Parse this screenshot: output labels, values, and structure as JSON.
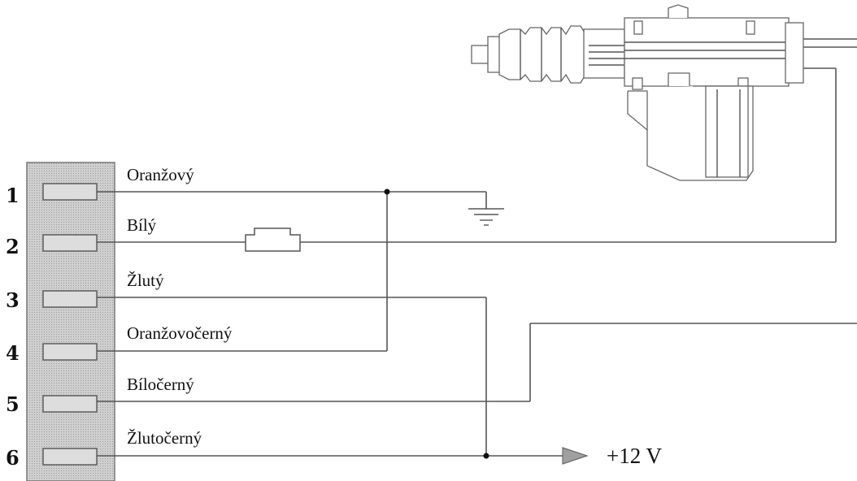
{
  "connector": {
    "pins": [
      {
        "number": "1",
        "wire": "Oranžový"
      },
      {
        "number": "2",
        "wire": "Bílý"
      },
      {
        "number": "3",
        "wire": "Žlutý"
      },
      {
        "number": "4",
        "wire": "Oranžovočerný"
      },
      {
        "number": "5",
        "wire": "Bíločerný"
      },
      {
        "number": "6",
        "wire": "Žlutočerný"
      }
    ]
  },
  "supply": {
    "label": "+12 V"
  },
  "colors": {
    "connector_fill": "#c8c8c8",
    "wire": "#555555",
    "supply_arrow": "#a0a0a0"
  }
}
